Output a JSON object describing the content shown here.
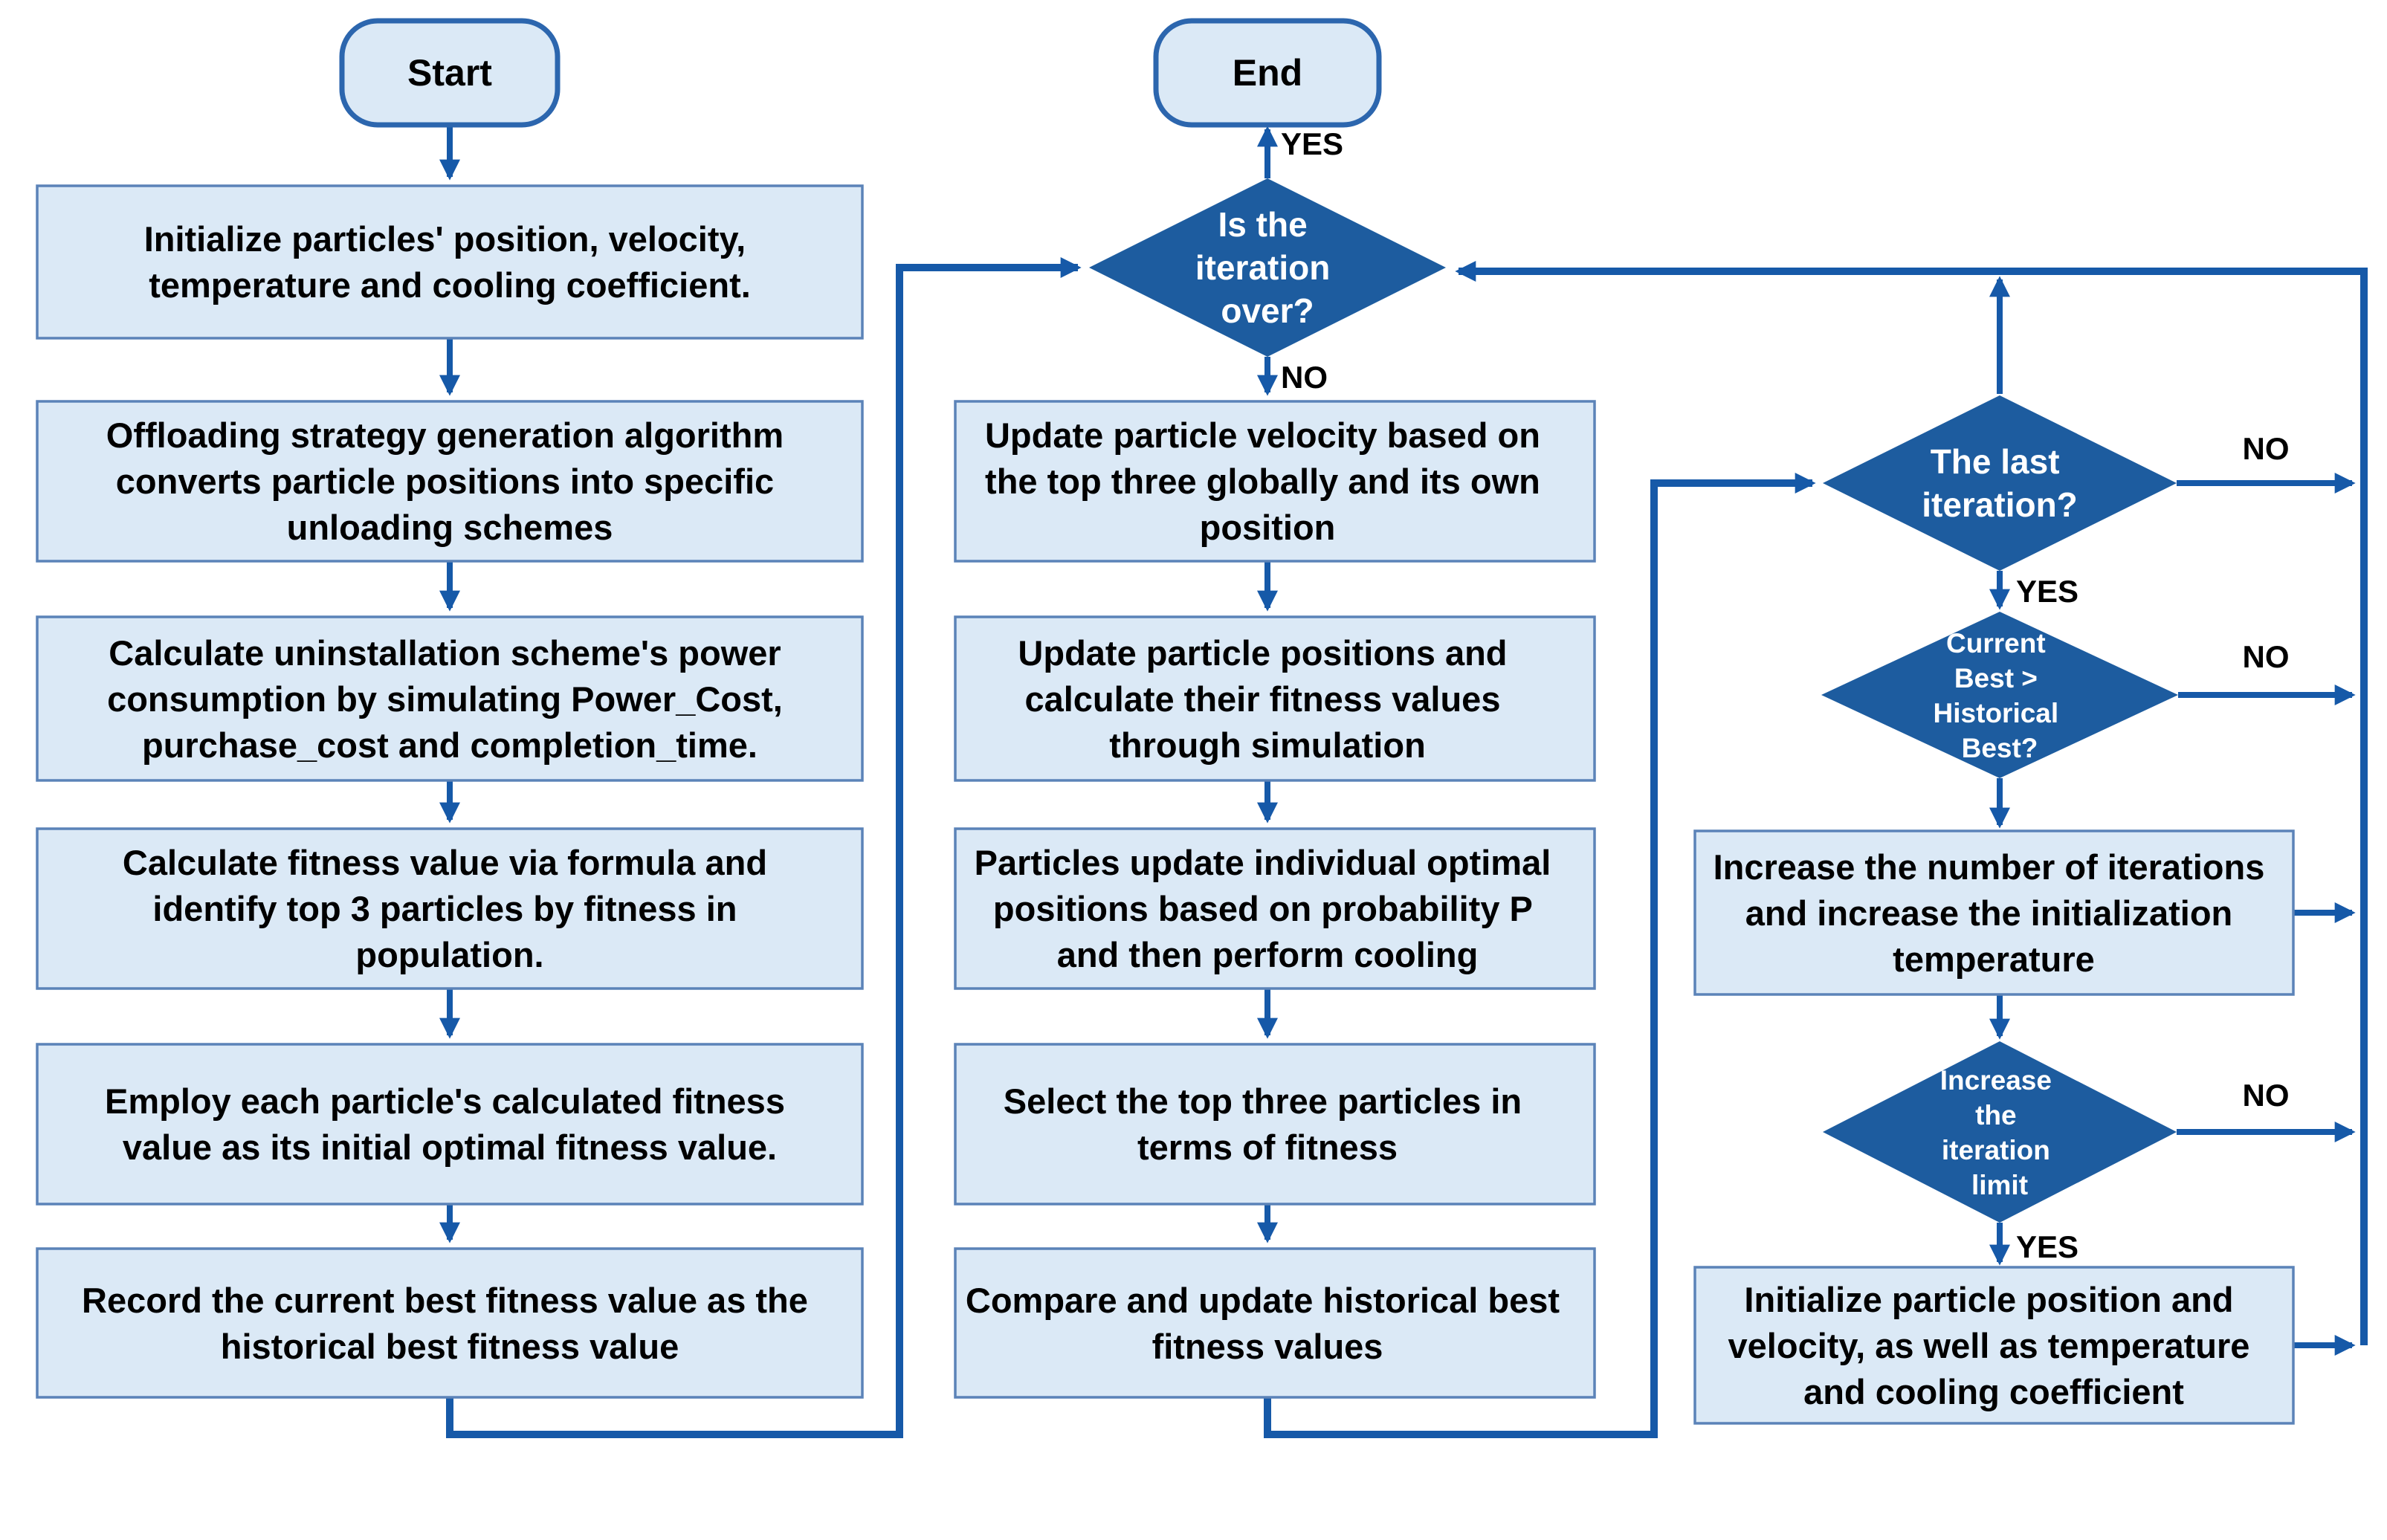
{
  "diagram": {
    "start_label": "Start",
    "end_label": "End",
    "yes_label": "YES",
    "no_label": "NO"
  },
  "colors": {
    "box_fill": "#dbe9f6",
    "box_border": "#5b83b8",
    "terminal_border": "#2c66ae",
    "diamond_fill": "#1d5c9f",
    "line": "#1659a8",
    "text": "#000000",
    "diamond_text": "#ffffff"
  },
  "left_column": {
    "boxes": [
      {
        "lines": [
          "Initialize particles' position, velocity,",
          "temperature and cooling coefficient."
        ]
      },
      {
        "lines": [
          "Offloading strategy generation algorithm",
          "converts particle positions into specific",
          "unloading schemes"
        ]
      },
      {
        "lines": [
          "Calculate uninstallation scheme's power",
          "consumption by simulating Power_Cost,",
          "purchase_cost and completion_time."
        ]
      },
      {
        "lines": [
          "Calculate fitness value via formula and",
          "identify top 3 particles by fitness in",
          "population."
        ]
      },
      {
        "lines": [
          "Employ each particle's calculated fitness",
          "value as its initial optimal fitness value."
        ]
      },
      {
        "lines": [
          "Record the current best fitness value as the",
          "historical best fitness value"
        ]
      }
    ]
  },
  "middle_column": {
    "decision": {
      "lines": [
        "Is the",
        "iteration",
        "over?"
      ]
    },
    "boxes": [
      {
        "lines": [
          "Update particle velocity based on",
          "the top three globally and its own",
          "position"
        ]
      },
      {
        "lines": [
          "Update particle positions and",
          "calculate their fitness values",
          "through simulation"
        ]
      },
      {
        "lines": [
          "Particles update individual optimal",
          "positions based on probability P",
          "and then perform cooling"
        ]
      },
      {
        "lines": [
          "Select the top three particles in",
          "terms of fitness"
        ]
      },
      {
        "lines": [
          "Compare and update historical best",
          "fitness values"
        ]
      }
    ]
  },
  "right_column": {
    "decisions": [
      {
        "lines": [
          "The last",
          "iteration?"
        ]
      },
      {
        "lines": [
          "Current",
          "Best >",
          "Historical",
          "Best?"
        ]
      },
      {
        "lines": [
          "Increase",
          "the",
          "iteration",
          "limit"
        ]
      }
    ],
    "boxes": [
      {
        "lines": [
          "Increase the number of iterations",
          "and increase the initialization",
          "temperature"
        ]
      },
      {
        "lines": [
          "Initialize particle position and",
          "velocity, as well as temperature",
          "and cooling coefficient"
        ]
      }
    ]
  }
}
